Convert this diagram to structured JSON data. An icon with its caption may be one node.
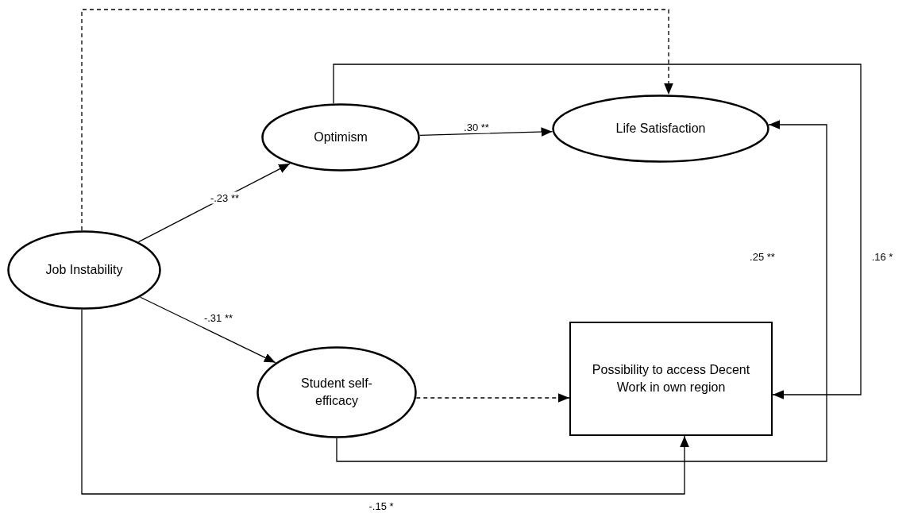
{
  "diagram": {
    "nodes": [
      {
        "text": [
          "Job Instability"
        ]
      },
      {
        "text": [
          "Optimism"
        ]
      },
      {
        "text": [
          "Life Satisfaction"
        ]
      },
      {
        "text": [
          "Student self- efficacy"
        ]
      },
      {
        "text": [
          "Possibility to access Decent Work in own region"
        ]
      }
    ],
    "edges": [
      {
        "from": 0,
        "to": 2,
        "arrow": "to",
        "style": "dashed"
      },
      {
        "from": 0,
        "to": 1,
        "arrow": "to",
        "label": "-.23 **"
      },
      {
        "from": 1,
        "to": 2,
        "arrow": "to",
        "label": ".30 **"
      },
      {
        "from": 1,
        "to": 4,
        "arrow": "to",
        "label": ".16 *"
      },
      {
        "from": 0,
        "to": 3,
        "arrow": "to",
        "label": "-.31 **"
      },
      {
        "from": 3,
        "to": 4,
        "arrow": "to",
        "style": "dashed"
      },
      {
        "from": 3,
        "to": 2,
        "arrow": "to",
        "label": ".25 **"
      },
      {
        "from": 0,
        "to": 4,
        "arrow": "to",
        "label": "-.15 *"
      }
    ]
  }
}
